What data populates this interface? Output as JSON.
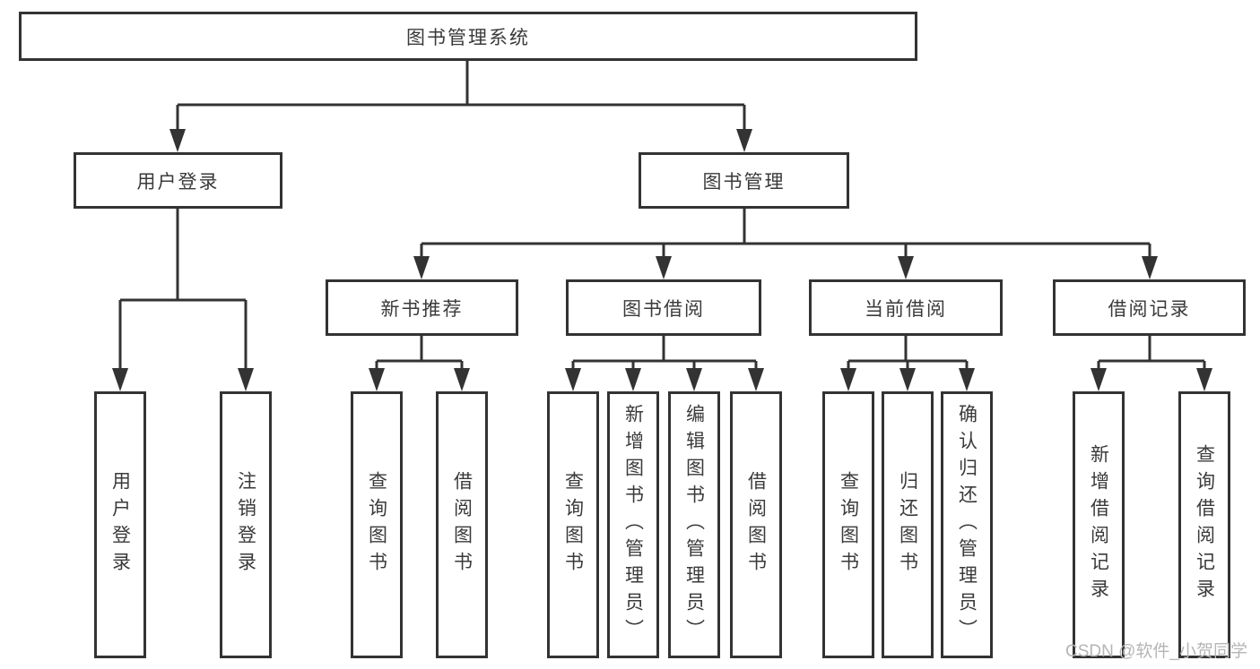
{
  "diagram": {
    "title": "图书管理系统",
    "level2": [
      "用户登录",
      "图书管理"
    ],
    "level3": [
      "新书推荐",
      "图书借阅",
      "当前借阅",
      "借阅记录"
    ],
    "leaves": [
      "用户登录",
      "注销登录",
      "查询图书",
      "借阅图书",
      "查询图书",
      "新增图书（管理员）",
      "编辑图书（管理员）",
      "借阅图书",
      "查询图书",
      "归还图书",
      "确认归还（管理员）",
      "新增借阅记录",
      "查询借阅记录"
    ]
  },
  "watermark": "CSDN @软件_小贺同学",
  "colors": {
    "line": "#333333",
    "text": "#3a3a3a",
    "box_bg": "#ffffff",
    "watermark": "#b5b5b5"
  }
}
